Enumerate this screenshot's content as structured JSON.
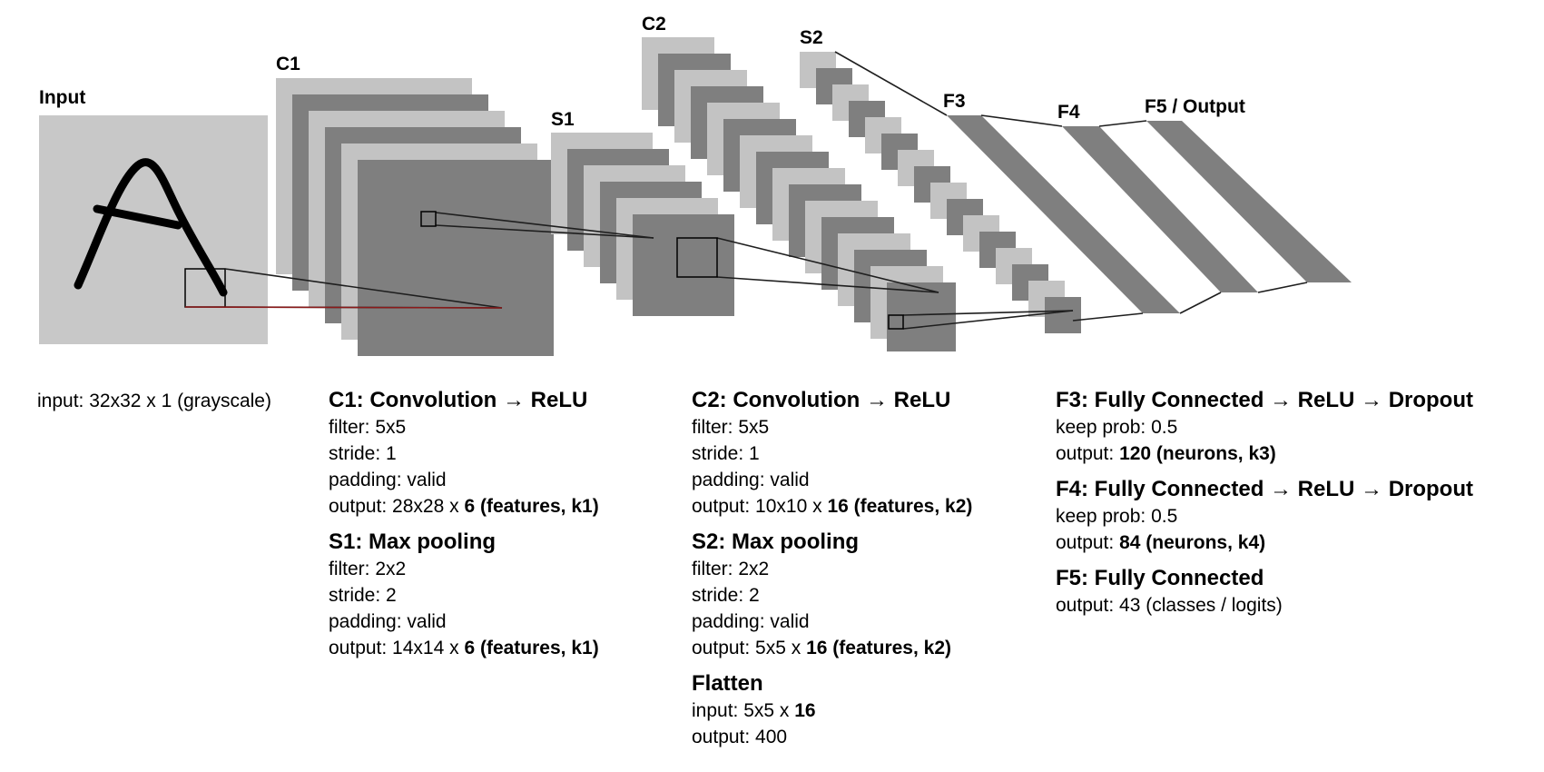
{
  "diagram": {
    "labels": {
      "input": "Input",
      "c1": "C1",
      "s1": "S1",
      "c2": "C2",
      "s2": "S2",
      "f3": "F3",
      "f4": "F4",
      "f5": "F5 / Output"
    },
    "colors": {
      "light": "#c3c3c3",
      "dark": "#7f7f7f",
      "input_bg": "#c8c8c8",
      "line": "#2a2a2a"
    }
  },
  "input_desc": "input: 32x32 x 1 (grayscale)",
  "col1": {
    "c1": {
      "title": "C1: Convolution → ReLU",
      "filter": "filter: 5x5",
      "stride": "stride: 1",
      "padding": "padding: valid",
      "output_prefix": "output: 28x28 x ",
      "output_bold": "6 (features, k1)"
    },
    "s1": {
      "title": "S1: Max pooling",
      "filter": "filter: 2x2",
      "stride": "stride: 2",
      "padding": "padding: valid",
      "output_prefix": "output: 14x14 x ",
      "output_bold": "6 (features, k1)"
    }
  },
  "col2": {
    "c2": {
      "title": "C2: Convolution → ReLU",
      "filter": "filter: 5x5",
      "stride": "stride: 1",
      "padding": "padding: valid",
      "output_prefix": "output: 10x10 x ",
      "output_bold": "16 (features, k2)"
    },
    "s2": {
      "title": "S2: Max pooling",
      "filter": "filter: 2x2",
      "stride": "stride: 2",
      "padding": "padding: valid",
      "output_prefix": "output: 5x5 x ",
      "output_bold": "16 (features, k2)"
    },
    "flatten": {
      "title": "Flatten",
      "input_prefix": "input: 5x5 x ",
      "input_bold": "16",
      "output": "output: 400"
    }
  },
  "col3": {
    "f3": {
      "title": "F3: Fully Connected → ReLU → Dropout",
      "keep": "keep prob: 0.5",
      "output_prefix": "output: ",
      "output_bold": "120 (neurons, k3)"
    },
    "f4": {
      "title": "F4: Fully Connected → ReLU → Dropout",
      "keep": "keep prob: 0.5",
      "output_prefix": "output: ",
      "output_bold": "84 (neurons, k4)"
    },
    "f5": {
      "title": "F5: Fully Connected",
      "output": "output: 43 (classes / logits)"
    }
  }
}
